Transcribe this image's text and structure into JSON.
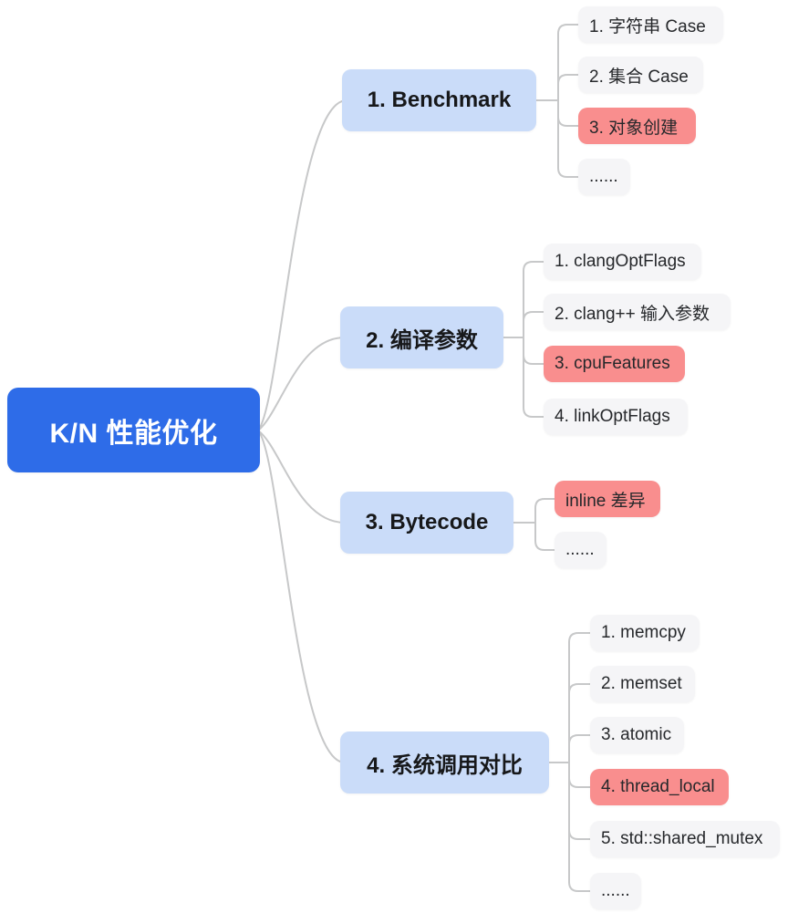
{
  "root": {
    "label": "K/N 性能优化"
  },
  "branches": [
    {
      "label": "1. Benchmark",
      "children": [
        {
          "label": "1. 字符串 Case",
          "highlight": false
        },
        {
          "label": "2. 集合 Case",
          "highlight": false
        },
        {
          "label": "3. 对象创建",
          "highlight": true
        },
        {
          "label": "......",
          "highlight": false
        }
      ]
    },
    {
      "label": "2. 编译参数",
      "children": [
        {
          "label": "1. clangOptFlags",
          "highlight": false
        },
        {
          "label": "2. clang++ 输入参数",
          "highlight": false
        },
        {
          "label": "3. cpuFeatures",
          "highlight": true
        },
        {
          "label": "4. linkOptFlags",
          "highlight": false
        }
      ]
    },
    {
      "label": "3. Bytecode",
      "children": [
        {
          "label": "inline 差异",
          "highlight": true
        },
        {
          "label": "......",
          "highlight": false
        }
      ]
    },
    {
      "label": "4. 系统调用对比",
      "children": [
        {
          "label": "1. memcpy",
          "highlight": false
        },
        {
          "label": "2. memset",
          "highlight": false
        },
        {
          "label": "3. atomic",
          "highlight": false
        },
        {
          "label": "4. thread_local",
          "highlight": true
        },
        {
          "label": "5. std::shared_mutex",
          "highlight": false
        },
        {
          "label": "......",
          "highlight": false
        }
      ]
    }
  ],
  "colors": {
    "root_bg": "#2e6ce8",
    "root_text": "#ffffff",
    "branch_bg": "#cadcf9",
    "branch_text": "#17181a",
    "child_bg": "#f5f5f7",
    "child_text": "#26282b",
    "highlight_bg": "#f98e8e",
    "connector": "#c7c8c9",
    "page_bg": "#ffffff"
  }
}
